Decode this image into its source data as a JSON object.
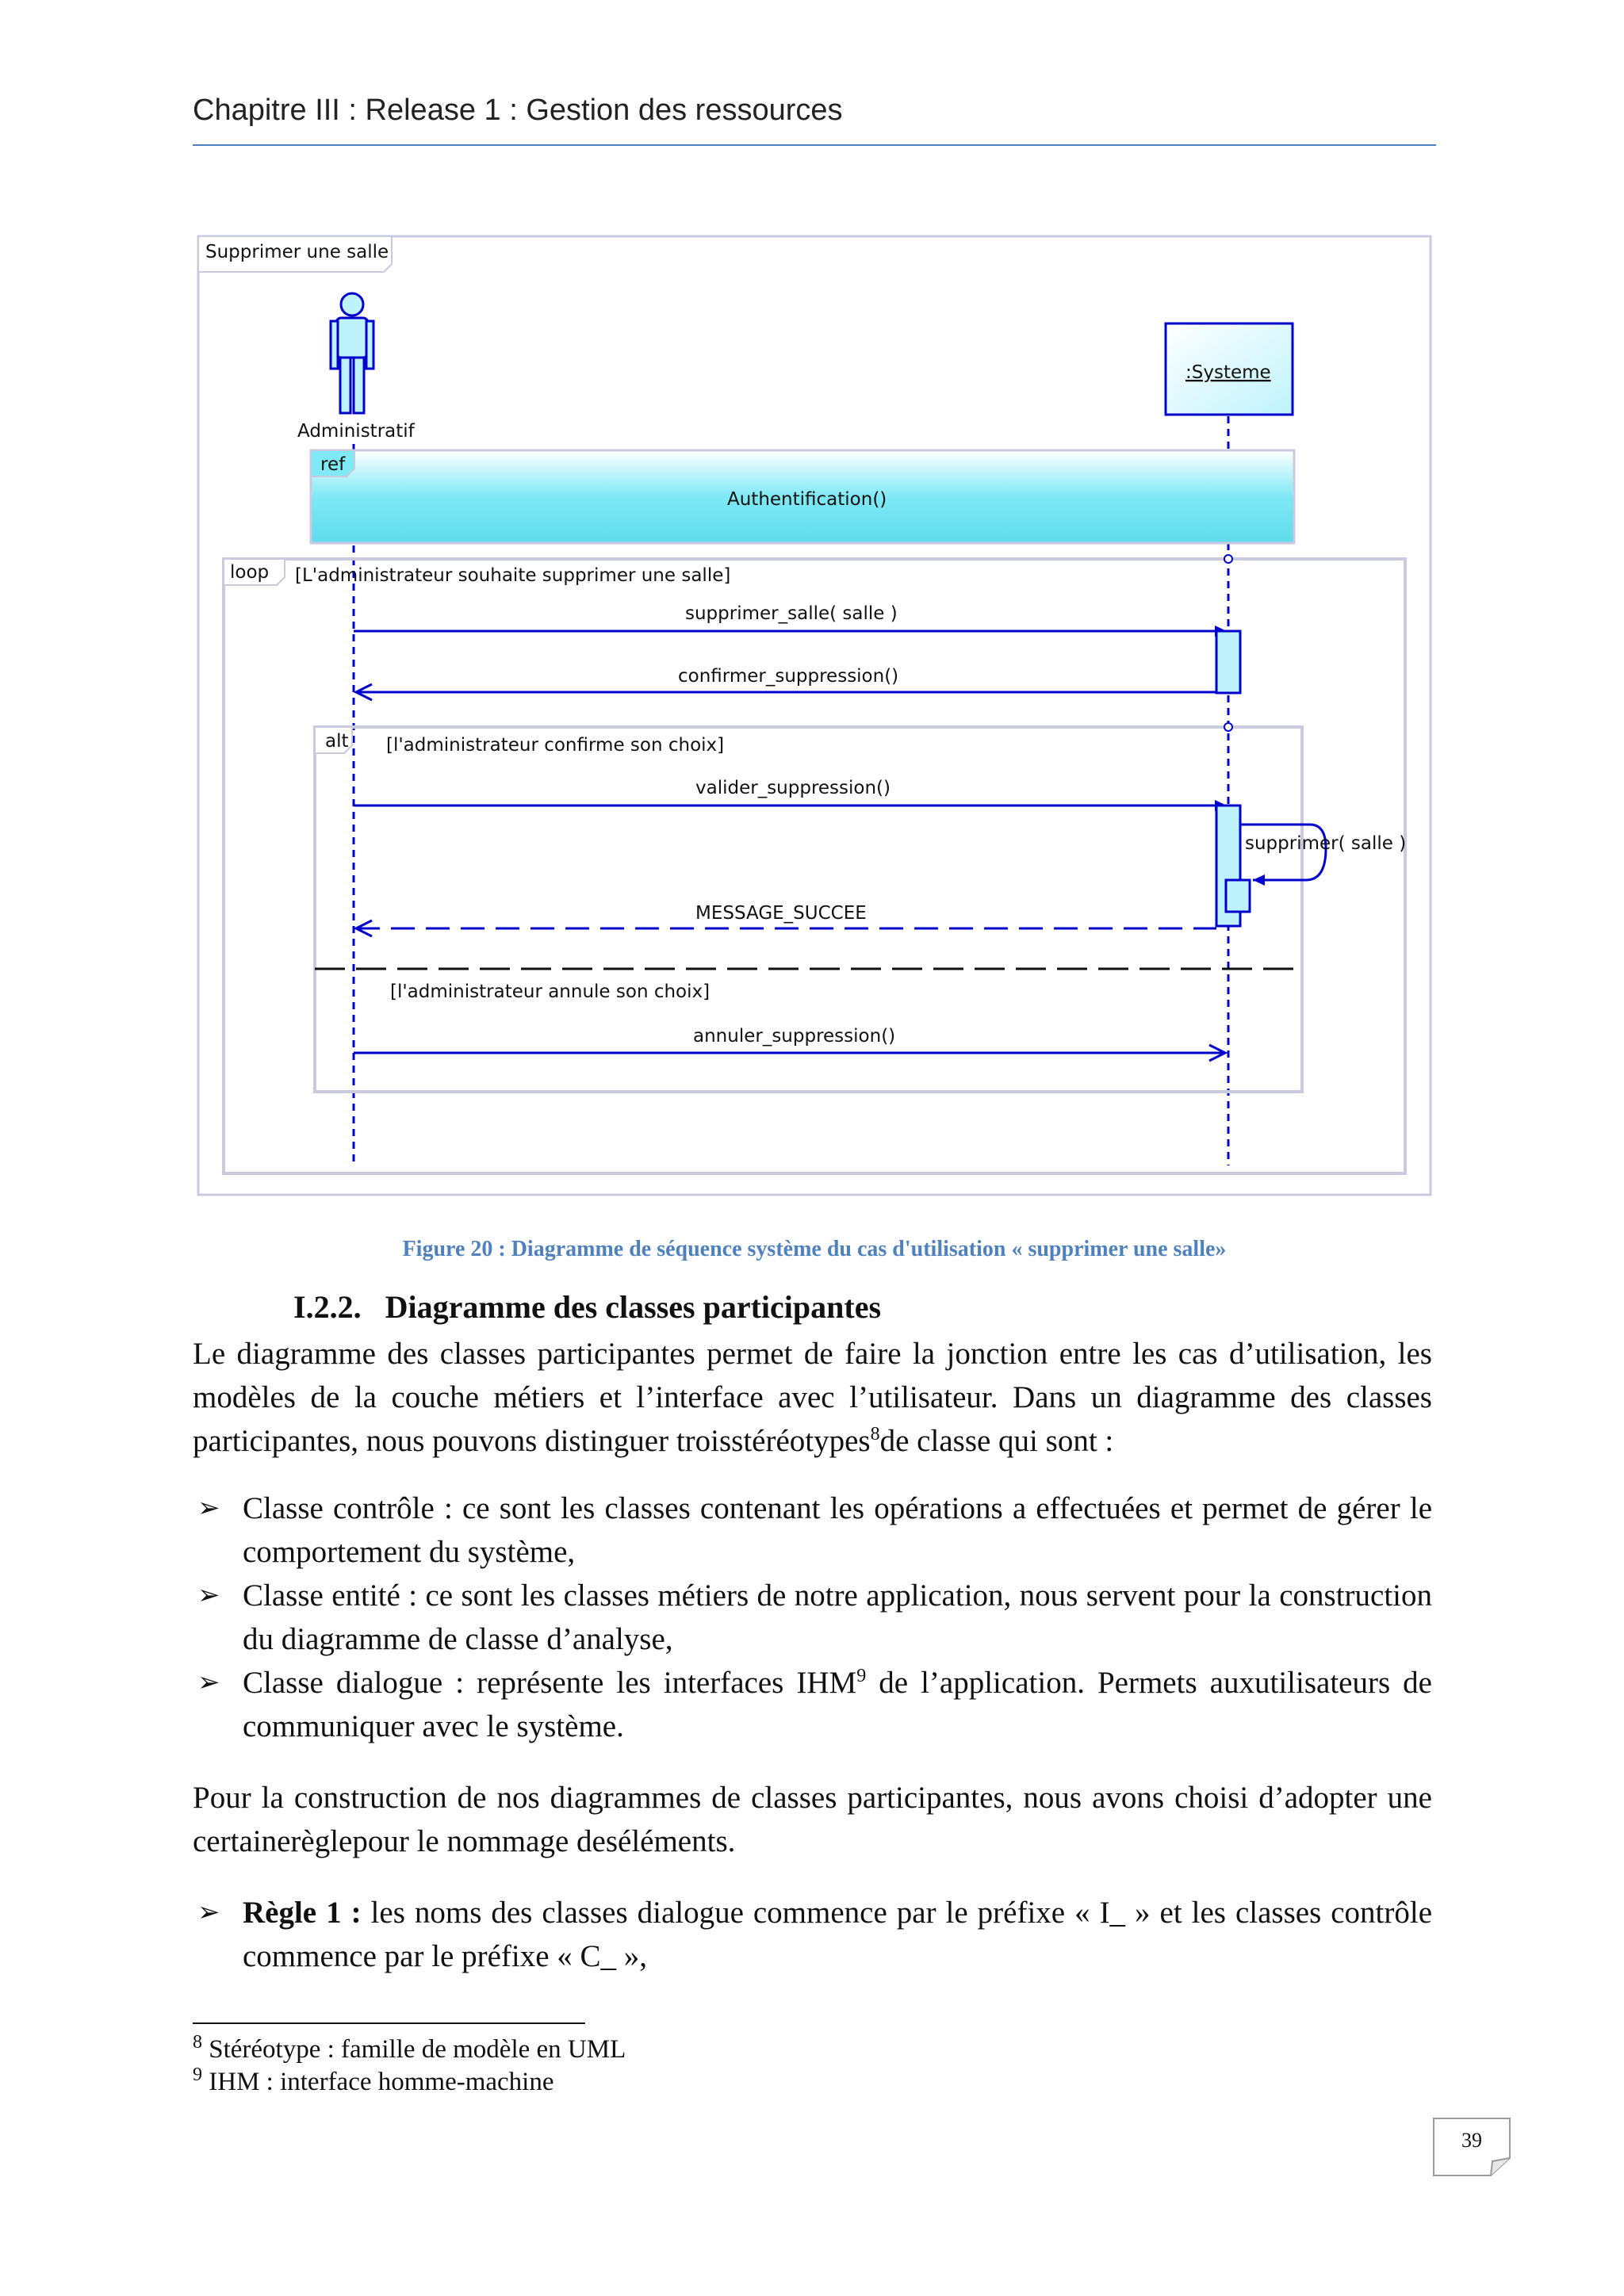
{
  "header": {
    "title": "Chapitre III : Release 1 : Gestion des ressources"
  },
  "diagram": {
    "frame_title": "Supprimer une salle",
    "actor": "Administratif",
    "system": ":Systeme",
    "ref_tag": "ref",
    "ref_label": "Authentification()",
    "loop_tag": "loop",
    "loop_guard": "[L'administrateur souhaite supprimer une salle]",
    "msg_supprimer": "supprimer_salle( salle )",
    "msg_confirmer": "confirmer_suppression()",
    "alt_tag": "alt",
    "alt_guard1": "[l'administrateur confirme son choix]",
    "msg_valider": "valider_suppression()",
    "msg_self": "supprimer( salle )",
    "msg_succes": "MESSAGE_SUCCEE",
    "alt_guard2": "[l'administrateur annule son choix]",
    "msg_annuler": "annuler_suppression()"
  },
  "caption": "Figure 20 : Diagramme de séquence système du cas d'utilisation « supprimer une salle»",
  "section": {
    "number": "I.2.2.",
    "title": "Diagramme des classes participantes"
  },
  "paragraph1": "Le diagramme des classes participantes permet de faire la jonction entre les cas d’utilisation, les modèles de la couche métiers et l’interface avec l’utilisateur. Dans un diagramme des classes participantes, nous pouvons distinguer troisstéréotypes",
  "paragraph1_fn": "8",
  "paragraph1_end": "de classe qui sont :",
  "bullets": [
    {
      "text": "Classe contrôle : ce sont les classes contenant les opérations a effectuées et permet de gérer le comportement du système,"
    },
    {
      "text": "Classe entité : ce sont les classes métiers de notre application, nous servent pour la construction du diagramme de classe d’analyse,"
    },
    {
      "text_a": "Classe dialogue : représente les interfaces IHM",
      "fn": "9",
      "text_b": " de l’application. Permets auxutilisateurs de communiquer avec le système."
    }
  ],
  "paragraph2": "Pour la construction de nos diagrammes de classes participantes, nous avons choisi d’adopter une certainerèglepour le nommage deséléments.",
  "rule1": {
    "label": "Règle 1 :",
    "text": " les noms des classes dialogue commence par le préfixe « I_ » et les classes contrôle commence par le préfixe « C_ »,"
  },
  "footnotes": [
    {
      "num": "8",
      "text": " Stéréotype : famille de modèle en UML"
    },
    {
      "num": "9",
      "text": " IHM : interface homme-machine"
    }
  ],
  "page_number": "39",
  "colors": {
    "accent": "#4f81bd",
    "diagram_blue": "#0000cc",
    "ref_fill": "#7fe9f5"
  }
}
